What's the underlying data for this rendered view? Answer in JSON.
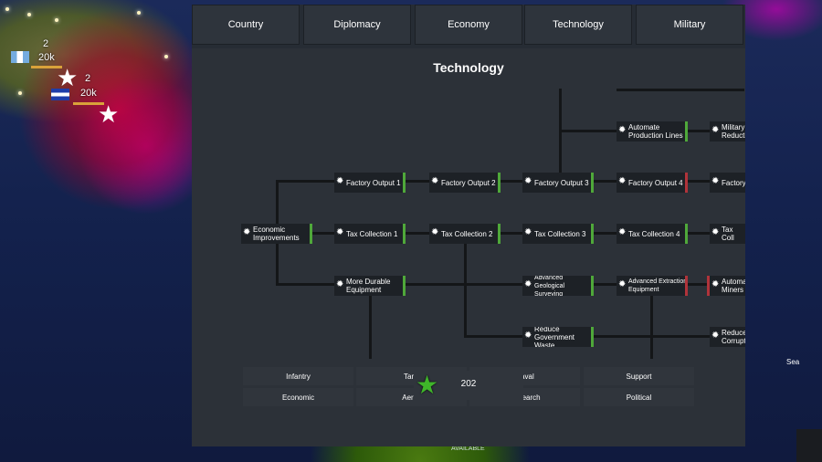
{
  "map": {
    "labels": [
      {
        "text": "2"
      },
      {
        "text": "20k"
      },
      {
        "text": "2"
      },
      {
        "text": "20k"
      },
      {
        "text": "Sea"
      },
      {
        "text": "AVAILABLE"
      }
    ]
  },
  "tabs": [
    "Country",
    "Diplomacy",
    "Economy",
    "Technology",
    "Military"
  ],
  "panel_title": "Technology",
  "tree": {
    "nodes": [
      {
        "label": "Automate Production Lines",
        "status": "green"
      },
      {
        "label": "Military Reductio",
        "status": "none"
      },
      {
        "label": "Factory Output 1",
        "status": "green"
      },
      {
        "label": "Factory Output 2",
        "status": "green"
      },
      {
        "label": "Factory Output 3",
        "status": "green"
      },
      {
        "label": "Factory Output 4",
        "status": "red"
      },
      {
        "label": "Factory",
        "status": "none"
      },
      {
        "label": "Economic Improvements",
        "status": "green"
      },
      {
        "label": "Tax Collection 1",
        "status": "green"
      },
      {
        "label": "Tax Collection 2",
        "status": "green"
      },
      {
        "label": "Tax Collection 3",
        "status": "green"
      },
      {
        "label": "Tax Collection 4",
        "status": "green"
      },
      {
        "label": "Tax Coll",
        "status": "none"
      },
      {
        "label": "More Durable Equipment",
        "status": "green"
      },
      {
        "label": "Advanced Geological Surveying",
        "status": "green"
      },
      {
        "label": "Advanced Extraction Equipment",
        "status": "red"
      },
      {
        "label": "Automa Miners",
        "status": "red"
      },
      {
        "label": "Reduce Government Waste",
        "status": "green"
      },
      {
        "label": "Reduce Corrupt",
        "status": "none"
      }
    ]
  },
  "categories": [
    "Infantry",
    "Tank",
    "Naval",
    "Support",
    "Economic",
    "Aerial",
    "Research",
    "Political"
  ],
  "research_points": "202",
  "colors": {
    "researched": "#4fa83a",
    "locked": "#b0333a",
    "panel": "#2c3138",
    "node": "#1d2126"
  }
}
